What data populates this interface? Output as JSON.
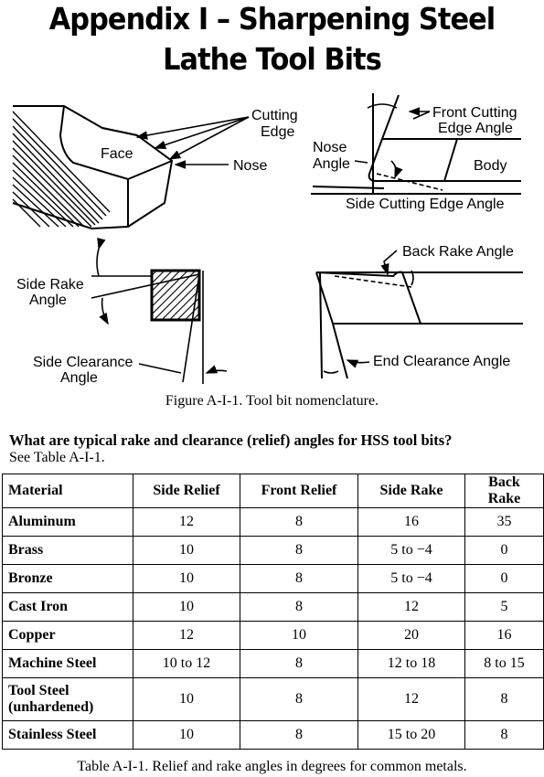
{
  "title": {
    "line1": "Appendix I – Sharpening Steel",
    "line2": "Lathe Tool Bits"
  },
  "figure": {
    "labels": {
      "cutting_edge_1": "Cutting",
      "cutting_edge_2": "Edge",
      "face": "Face",
      "nose": "Nose",
      "front_cutting_1": "Front Cutting",
      "front_cutting_2": "Edge Angle",
      "nose_angle_1": "Nose",
      "nose_angle_2": "Angle",
      "body": "Body",
      "side_cutting": "Side Cutting Edge Angle",
      "side_rake_1": "Side Rake",
      "side_rake_2": "Angle",
      "back_rake": "Back Rake Angle",
      "side_clearance_1": "Side Clearance",
      "side_clearance_2": "Angle",
      "end_clearance": "End Clearance Angle"
    },
    "caption": "Figure A-I-1. Tool bit nomenclature."
  },
  "question": "What are typical rake and clearance (relief) angles for HSS tool bits?",
  "see_table": "See Table A-I-1.",
  "table": {
    "headers": [
      "Material",
      "Side Relief",
      "Front Relief",
      "Side Rake",
      "Back Rake"
    ],
    "rows": [
      {
        "material": "Aluminum",
        "side_relief": "12",
        "front_relief": "8",
        "side_rake": "16",
        "back_rake": "35"
      },
      {
        "material": "Brass",
        "side_relief": "10",
        "front_relief": "8",
        "side_rake": "5 to −4",
        "back_rake": "0"
      },
      {
        "material": "Bronze",
        "side_relief": "10",
        "front_relief": "8",
        "side_rake": "5 to −4",
        "back_rake": "0"
      },
      {
        "material": "Cast Iron",
        "side_relief": "10",
        "front_relief": "8",
        "side_rake": "12",
        "back_rake": "5"
      },
      {
        "material": "Copper",
        "side_relief": "12",
        "front_relief": "10",
        "side_rake": "20",
        "back_rake": "16"
      },
      {
        "material": "Machine Steel",
        "side_relief": "10 to 12",
        "front_relief": "8",
        "side_rake": "12 to 18",
        "back_rake": "8 to 15"
      },
      {
        "material_line1": "Tool Steel",
        "material_line2": "(unhardened)",
        "side_relief": "10",
        "front_relief": "8",
        "side_rake": "12",
        "back_rake": "8"
      },
      {
        "material": "Stainless Steel",
        "side_relief": "10",
        "front_relief": "8",
        "side_rake": "15 to 20",
        "back_rake": "8"
      }
    ],
    "caption": "Table A-I-1. Relief and rake angles in degrees for common metals."
  }
}
